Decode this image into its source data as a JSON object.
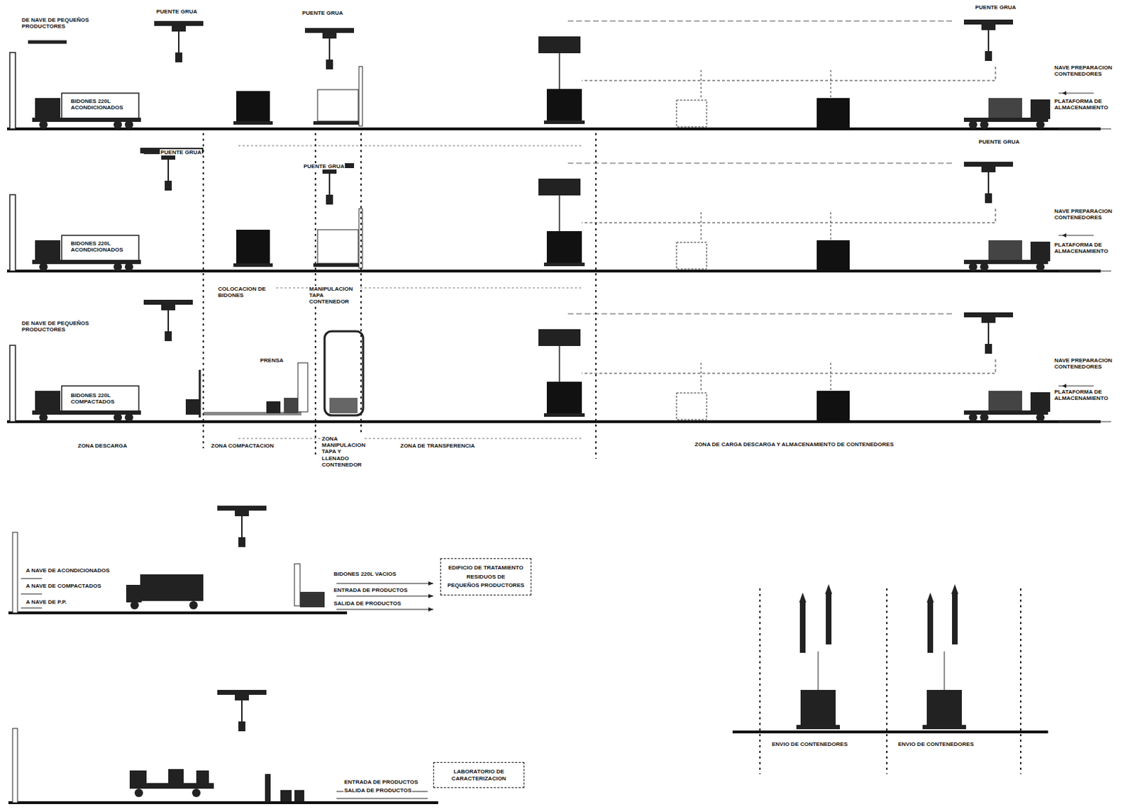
{
  "diagram": {
    "nodes": [
      {
        "text": [
          "EDIFICIO DE TRATAMIENTO",
          "RESIDUOS DE",
          "PEQUEÑOS PRODUCTORES"
        ]
      },
      {
        "text": [
          "LABORATORIO DE CARACTERIZACION"
        ]
      }
    ],
    "labels": [
      "PUENTE GRUA",
      "PUENTE GRUA",
      "PUENTE GRUA",
      "PUENTE GRUA",
      "PUENTE GRUA",
      "PUENTE GRUA",
      "DE NAVE DE PEQUEÑOS PRODUCTORES",
      "DE NAVE DE PEQUEÑOS PRODUCTORES",
      "BIDONES 220L ACONDICIONADOS",
      "BIDONES 220L ACONDICIONADOS",
      "BIDONES 220L COMPACTADOS",
      "COLOCACION DE BIDONES",
      "MANIPULACION TAPA CONTENEDOR",
      "PRENSA",
      "ZONA DESCARGA",
      "ZONA COMPACTACION",
      "ZONA MANIPULACION TAPA Y LLENADO CONTENEDOR",
      "ZONA DE TRANSFERENCIA",
      "ZONA DE CARGA DESCARGA Y ALMACENAMIENTO DE CONTENEDORES",
      "NAVE PREPARACION CONTENEDORES",
      "PLATAFORMA DE ALMACENAMIENTO",
      "NAVE PREPARACION CONTENEDORES",
      "PLATAFORMA DE ALMACENAMIENTO",
      "NAVE PREPARACION CONTENEDORES",
      "PLATAFORMA DE ALMACENAMIENTO",
      "A NAVE DE ACONDICIONADOS",
      "A NAVE DE COMPACTADOS",
      "A NAVE DE P.P.",
      "BIDONES 220L VACIOS",
      "ENTRADA DE PRODUCTOS",
      "SALIDA DE PRODUCTOS",
      "ENTRADA DE PRODUCTOS",
      "SALIDA DE PRODUCTOS",
      "ENVIO DE CONTENEDORES",
      "ENVIO DE CONTENEDORES"
    ]
  }
}
